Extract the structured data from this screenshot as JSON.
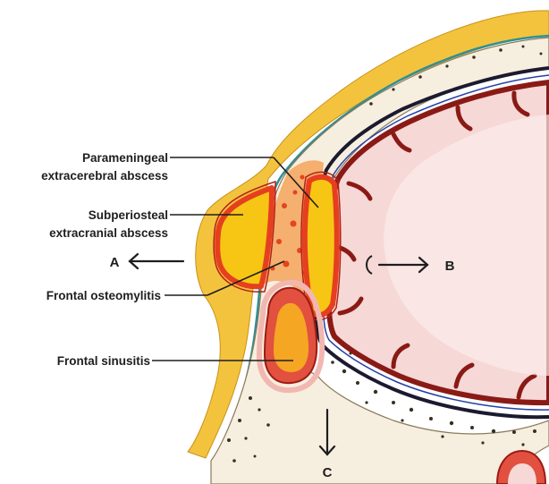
{
  "labels": {
    "parameningeal_line1": "Parameningeal",
    "parameningeal_line2": "extracerebral abscess",
    "subperiosteal_line1": "Subperiosteal",
    "subperiosteal_line2": "extracranial abscess",
    "frontal_osteomylitis": "Frontal osteomylitis",
    "frontal_sinusitis": "Frontal sinusitis"
  },
  "arrows": {
    "a": "A",
    "b": "B",
    "c": "C"
  },
  "colors": {
    "scalp": "#f4c33e",
    "bone": "#f6efdf",
    "dura": "#1c1a2e",
    "brain": "#f6d8d6",
    "cortex_rim": "#8a1a16",
    "abscess_core": "#f7c614",
    "abscess_rim": "#e63f1f",
    "inflamed_bone": "#f08a3e"
  }
}
